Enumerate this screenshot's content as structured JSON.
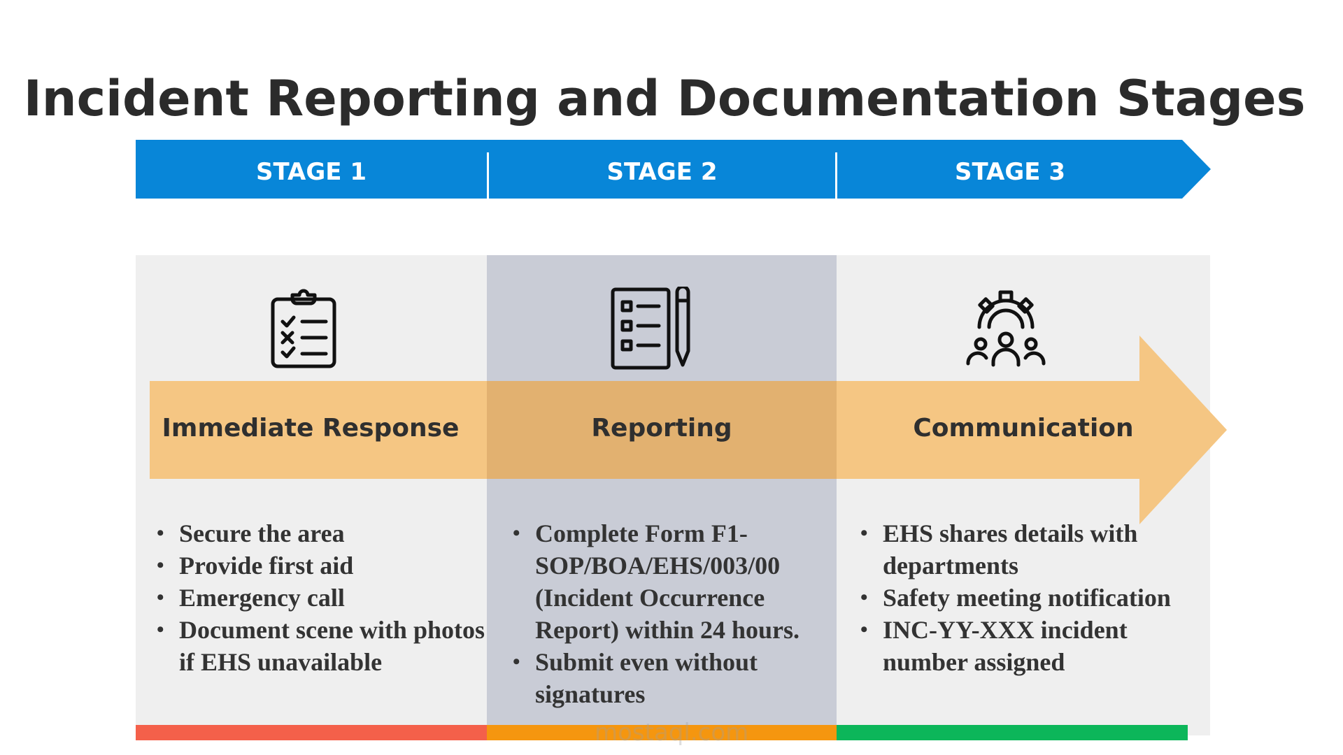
{
  "title": "Incident Reporting and Documentation Stages",
  "stages": [
    {
      "label": "STAGE 1",
      "name": "Immediate Response",
      "icon": "checklist-clipboard-icon",
      "bar_color": "#f4604a",
      "bullets": [
        "Secure the area",
        "Provide first aid",
        "Emergency call",
        "Document scene with photos if EHS unavailable"
      ]
    },
    {
      "label": "STAGE 2",
      "name": "Reporting",
      "icon": "form-pencil-icon",
      "bar_color": "#f5960f",
      "bullets": [
        "Complete Form F1-SOP/BOA/EHS/003/00 (Incident Occurrence Report) within 24 hours.",
        "Submit even without signatures"
      ]
    },
    {
      "label": "STAGE 3",
      "name": "Communication",
      "icon": "team-gear-icon",
      "bar_color": "#0cb65a",
      "bullets": [
        "EHS shares details with departments",
        "Safety meeting notification",
        "INC-YY-XXX incident number assigned"
      ]
    }
  ],
  "colors": {
    "stage_bar": "#0886d8",
    "arrow": "#f5c683",
    "arrow_overlay": "#e2b170",
    "column_light": "#efefef",
    "column_dark": "#c9ccd6"
  },
  "watermark": "mostaql.com"
}
